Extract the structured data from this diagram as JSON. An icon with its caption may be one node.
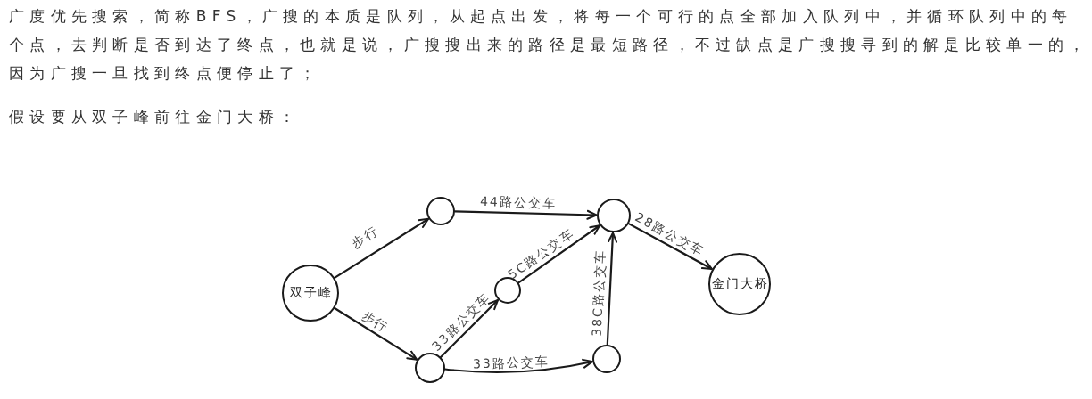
{
  "diagram": {
    "nodes": [
      {
        "text": [
          "双子峰"
        ]
      },
      {
        "text": [],
        "shape": "circle"
      },
      {
        "text": [],
        "shape": "circle"
      },
      {
        "text": [],
        "shape": "circle"
      },
      {
        "text": [],
        "shape": "circle"
      },
      {
        "text": [],
        "shape": "circle"
      },
      {
        "text": [
          "金门大桥"
        ]
      }
    ],
    "edges": [
      {
        "from": 0,
        "to": 2,
        "arrow": "to",
        "label": "步行"
      },
      {
        "from": 0,
        "to": 1,
        "arrow": "to",
        "label": "步行"
      },
      {
        "from": 2,
        "to": 5,
        "arrow": "to",
        "label": "44路公交车"
      },
      {
        "from": 1,
        "to": 3,
        "arrow": "to",
        "label": "33路公交车"
      },
      {
        "from": 3,
        "to": 5,
        "arrow": "to",
        "label": "5C路公交车"
      },
      {
        "from": 1,
        "to": 4,
        "arrow": "to",
        "label": "33路公交车"
      },
      {
        "from": 4,
        "to": 5,
        "arrow": "to",
        "label": "38C路公交车"
      },
      {
        "from": 5,
        "to": 6,
        "arrow": "to",
        "label": "28路公交车"
      }
    ],
    "labels": [
      "广度优先搜索，简称BFS，广搜的本质是队列，从起点出发，将每一个可行的点全部加入队列中，并循环队列中的每个点，去判断是否到达了终点，也就是说，广搜搜出来的路径是最短路径，不过缺点是广搜搜寻到的解是比较单一的，因为广搜一旦找到终点便停止了；",
      "假设要从双子峰前往金门大桥："
    ]
  }
}
